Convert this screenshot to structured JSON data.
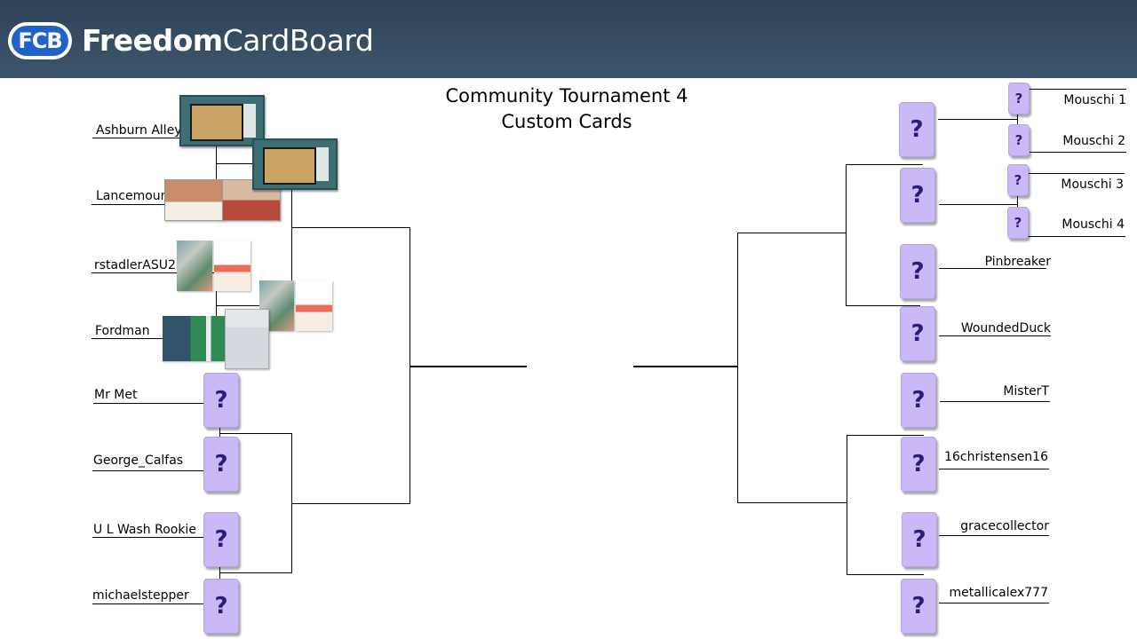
{
  "header": {
    "logo_text": "FCB",
    "brand_bold": "Freedom",
    "brand_light": "CardBoard",
    "bg_color": "#34495e"
  },
  "title": {
    "line1": "Community Tournament 4",
    "line2": "Custom Cards"
  },
  "placeholder_glyph": "?",
  "left_bracket": {
    "players": [
      "Ashburn Alley",
      "Lancemount",
      "rstadlerASU22",
      "Fordman",
      "Mr Met",
      "George_Calfas",
      "U L Wash Rookie",
      "michaelstepper"
    ]
  },
  "right_bracket": {
    "players": [
      "Mouschi 1",
      "Mouschi 2",
      "Mouschi 3",
      "Mouschi 4",
      "Pinbreaker",
      "WoundedDuck",
      "MisterT",
      "16christensen16",
      "gracecollector",
      "metallicalex777"
    ]
  },
  "colors": {
    "placeholder_card": "#cbb9f7",
    "placeholder_mark": "#2b1c7a"
  }
}
